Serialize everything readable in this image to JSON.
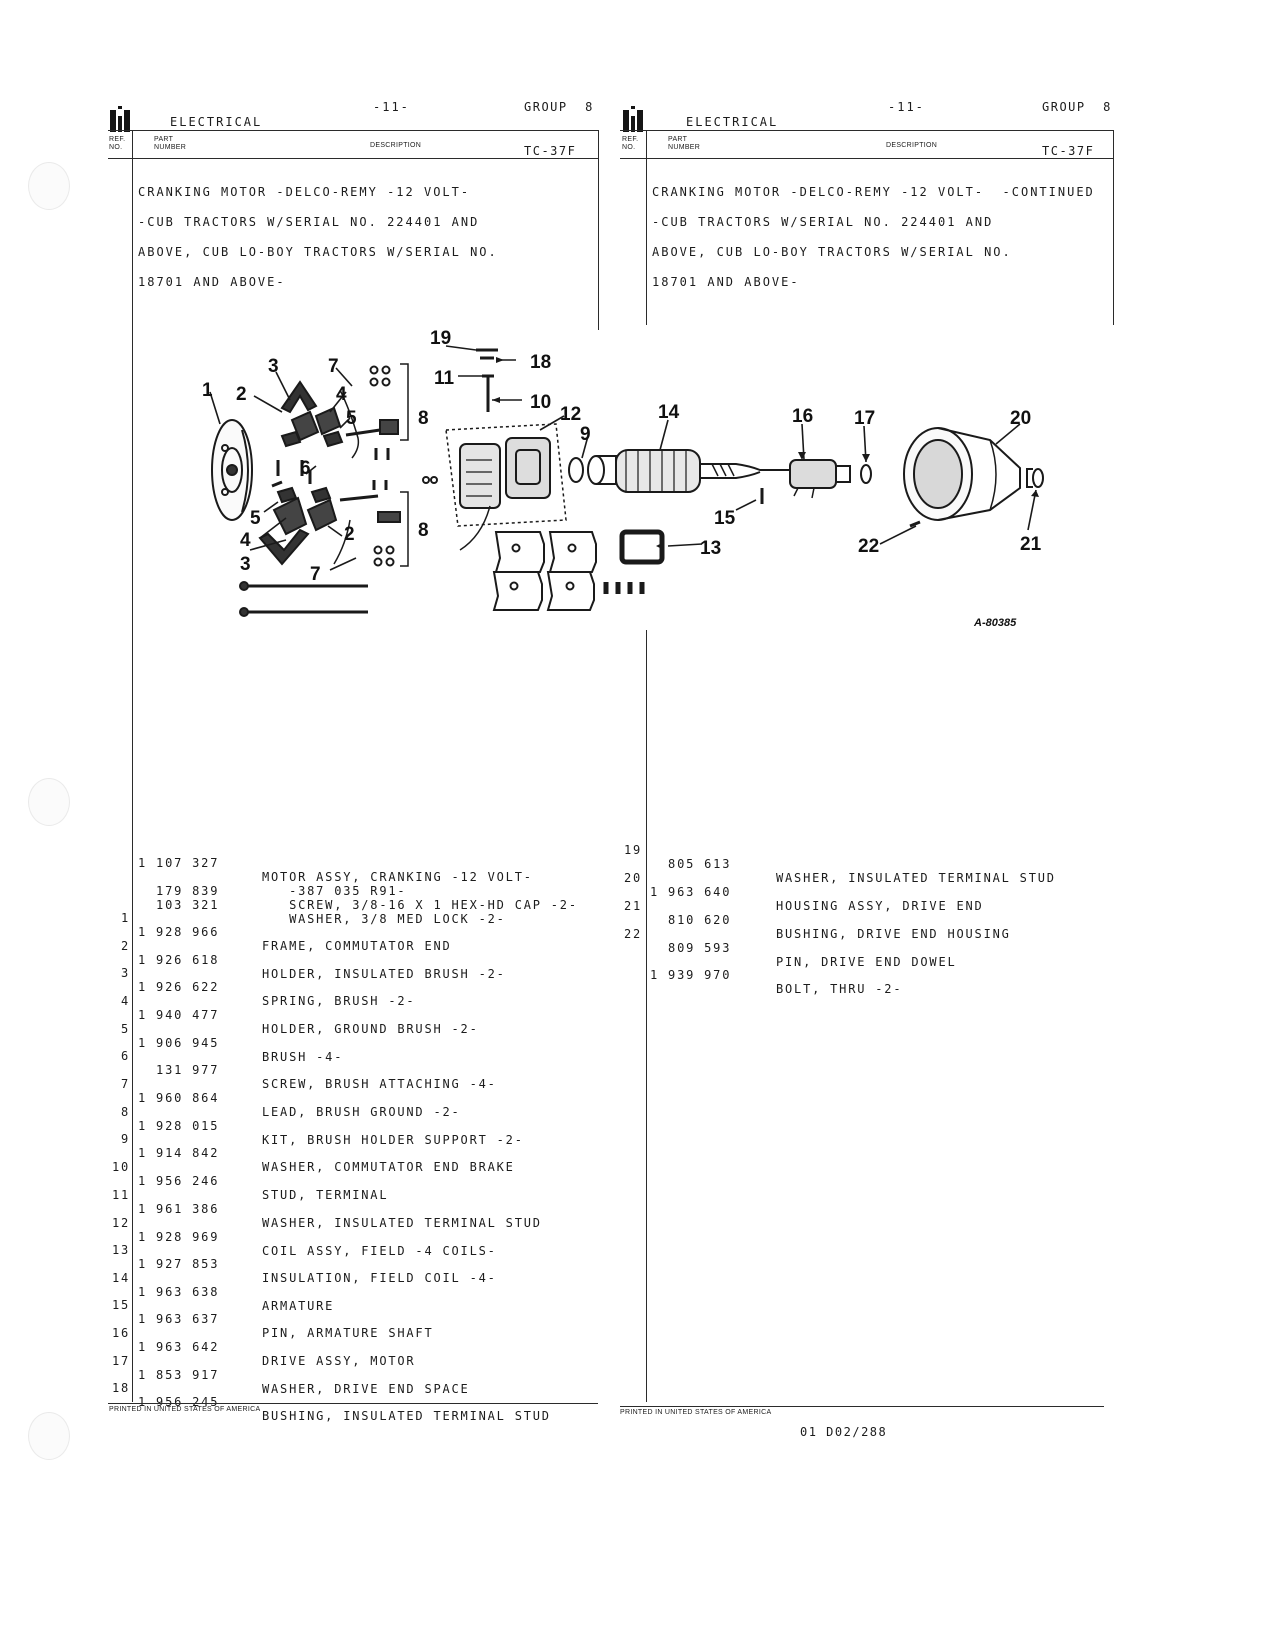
{
  "left_panel": {
    "section": "ELECTRICAL",
    "page_number": "-11-",
    "group": "GROUP  8",
    "col_ref": "REF. NO.",
    "col_part": "PART NUMBER",
    "col_desc": "DESCRIPTION",
    "code": "TC-37F",
    "heading_lines": [
      "CRANKING MOTOR -DELCO-REMY -12 VOLT-",
      "-CUB TRACTORS W/SERIAL NO. 224401 AND",
      "ABOVE, CUB LO-BOY TRACTORS W/SERIAL NO.",
      "18701 AND ABOVE-"
    ],
    "footer": "PRINTED IN UNITED STATES OF AMERICA"
  },
  "right_panel": {
    "section": "ELECTRICAL",
    "page_number": "-11-",
    "group": "GROUP  8",
    "col_ref": "REF. NO.",
    "col_part": "PART NUMBER",
    "col_desc": "DESCRIPTION",
    "code": "TC-37F",
    "heading_lines": [
      "CRANKING MOTOR -DELCO-REMY -12 VOLT-  -CONTINUED",
      "-CUB TRACTORS W/SERIAL NO. 224401 AND",
      "ABOVE, CUB LO-BOY TRACTORS W/SERIAL NO.",
      "18701 AND ABOVE-"
    ],
    "footer": "PRINTED IN UNITED STATES OF AMERICA"
  },
  "diagram": {
    "figure_id": "A-80385",
    "callouts": [
      "1",
      "2",
      "3",
      "4",
      "5",
      "6",
      "7",
      "8",
      "9",
      "10",
      "11",
      "12",
      "13",
      "14",
      "15",
      "16",
      "17",
      "18",
      "19",
      "20",
      "21",
      "22"
    ]
  },
  "left_parts": [
    {
      "ref": "",
      "part": "1 107 327",
      "desc": "MOTOR ASSY, CRANKING -12 VOLT-"
    },
    {
      "ref": "",
      "part": "",
      "desc": "   -387 035 R91-"
    },
    {
      "ref": "",
      "part": "  179 839",
      "desc": "   SCREW, 3/8-16 X 1 HEX-HD CAP -2-"
    },
    {
      "ref": "",
      "part": "  103 321",
      "desc": "   WASHER, 3/8 MED LOCK -2-"
    },
    {
      "ref": "1",
      "part": "1 928 966",
      "desc": "FRAME, COMMUTATOR END"
    },
    {
      "ref": "2",
      "part": "1 926 618",
      "desc": "HOLDER, INSULATED BRUSH -2-"
    },
    {
      "ref": "3",
      "part": "1 926 622",
      "desc": "SPRING, BRUSH -2-"
    },
    {
      "ref": "4",
      "part": "1 940 477",
      "desc": "HOLDER, GROUND BRUSH -2-"
    },
    {
      "ref": "5",
      "part": "1 906 945",
      "desc": "BRUSH -4-"
    },
    {
      "ref": "6",
      "part": "  131 977",
      "desc": "SCREW, BRUSH ATTACHING -4-"
    },
    {
      "ref": "7",
      "part": "1 960 864",
      "desc": "LEAD, BRUSH GROUND -2-"
    },
    {
      "ref": "8",
      "part": "1 928 015",
      "desc": "KIT, BRUSH HOLDER SUPPORT -2-"
    },
    {
      "ref": "9",
      "part": "1 914 842",
      "desc": "WASHER, COMMUTATOR END BRAKE"
    },
    {
      "ref": "10",
      "part": "1 956 246",
      "desc": "STUD, TERMINAL"
    },
    {
      "ref": "11",
      "part": "1 961 386",
      "desc": "WASHER, INSULATED TERMINAL STUD"
    },
    {
      "ref": "12",
      "part": "1 928 969",
      "desc": "COIL ASSY, FIELD -4 COILS-"
    },
    {
      "ref": "13",
      "part": "1 927 853",
      "desc": "INSULATION, FIELD COIL -4-"
    },
    {
      "ref": "14",
      "part": "1 963 638",
      "desc": "ARMATURE"
    },
    {
      "ref": "15",
      "part": "1 963 637",
      "desc": "PIN, ARMATURE SHAFT"
    },
    {
      "ref": "16",
      "part": "1 963 642",
      "desc": "DRIVE ASSY, MOTOR"
    },
    {
      "ref": "17",
      "part": "1 853 917",
      "desc": "WASHER, DRIVE END SPACE"
    },
    {
      "ref": "18",
      "part": "1 956 245",
      "desc": "BUSHING, INSULATED TERMINAL STUD"
    }
  ],
  "right_parts": [
    {
      "ref": "19",
      "part": "  805 613",
      "desc": "WASHER, INSULATED TERMINAL STUD"
    },
    {
      "ref": "20",
      "part": "1 963 640",
      "desc": "HOUSING ASSY, DRIVE END"
    },
    {
      "ref": "21",
      "part": "  810 620",
      "desc": "BUSHING, DRIVE END HOUSING"
    },
    {
      "ref": "22",
      "part": "  809 593",
      "desc": "PIN, DRIVE END DOWEL"
    },
    {
      "ref": "",
      "part": "1 939 970",
      "desc": "BOLT, THRU -2-"
    }
  ],
  "page_code": "01 D02/288"
}
